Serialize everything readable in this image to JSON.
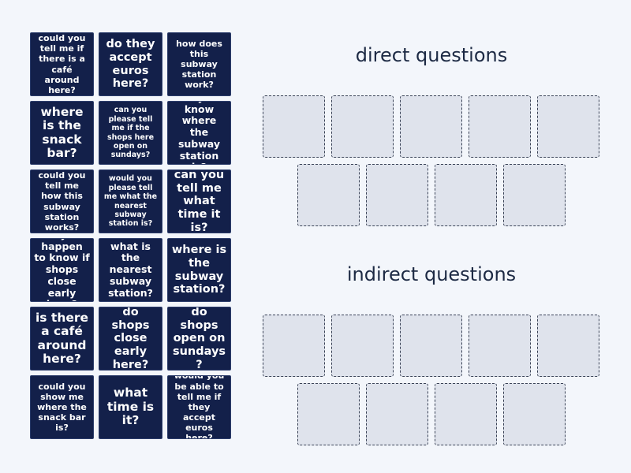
{
  "cards": [
    {
      "text": "could you tell me if there is a café around here?",
      "size": "s"
    },
    {
      "text": "do they accept euros here?",
      "size": "l"
    },
    {
      "text": "how does this subway station work?",
      "size": "s"
    },
    {
      "text": "where is the snack bar?",
      "size": "xl"
    },
    {
      "text": "can you please tell me if the shops here open on sundays?",
      "size": "xs"
    },
    {
      "text": "do you know where the subway station is?",
      "size": "m"
    },
    {
      "text": "could you tell me how this subway station works?",
      "size": "s"
    },
    {
      "text": "would you please tell me what the nearest subway station is?",
      "size": "xs"
    },
    {
      "text": "can you tell me what time it is?",
      "size": "l"
    },
    {
      "text": "do you happen to know if shops close early here?",
      "size": "m"
    },
    {
      "text": "what is the nearest subway station?",
      "size": "m"
    },
    {
      "text": "where is the subway station?",
      "size": "l"
    },
    {
      "text": "is there a café around here?",
      "size": "xl"
    },
    {
      "text": "do shops close early here?",
      "size": "l"
    },
    {
      "text": "do shops open on sundays?",
      "size": "l"
    },
    {
      "text": "could you show me where the snack bar is?",
      "size": "s"
    },
    {
      "text": "what time is it?",
      "size": "xl"
    },
    {
      "text": "would you be able to tell me if they accept euros here?",
      "size": "s"
    }
  ],
  "groups": {
    "direct": {
      "title": "direct questions",
      "slots": 9
    },
    "indirect": {
      "title": "indirect questions",
      "slots": 9
    }
  },
  "colors": {
    "card_bg": "#13204a",
    "slot_bg": "#dfe3ec",
    "page_bg": "#f3f6fb"
  }
}
